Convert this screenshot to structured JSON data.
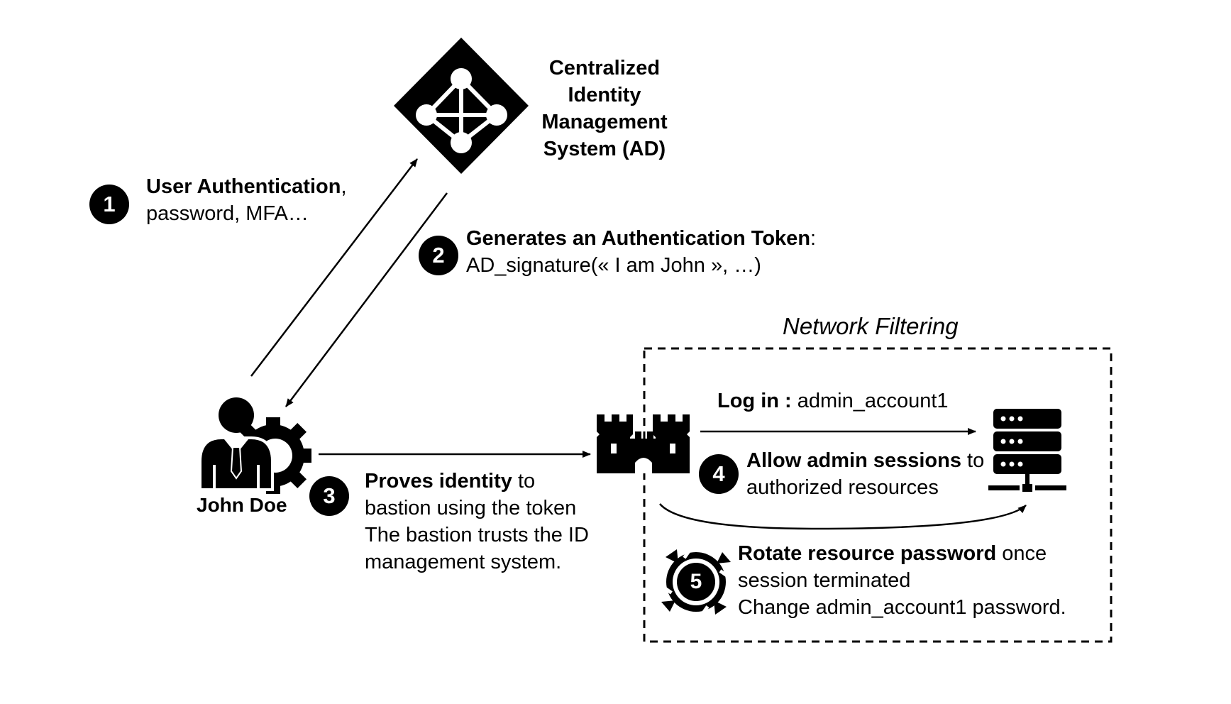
{
  "identity_system": {
    "title_lines": [
      "Centralized",
      "Identity",
      "Management",
      "System (AD)"
    ],
    "icon": "azure-ad-diamond-icon"
  },
  "user": {
    "name": "John Doe",
    "icon": "user-gear-icon"
  },
  "bastion": {
    "icon": "castle-tower-icon"
  },
  "resource": {
    "icon": "server-rack-icon"
  },
  "network_filtering": {
    "title": "Network Filtering"
  },
  "steps": [
    {
      "number": "1",
      "bold_text": "User Authentication",
      "rest_text": ",",
      "line2": "password, MFA…"
    },
    {
      "number": "2",
      "bold_text": "Generates an Authentication Token",
      "rest_text": ":",
      "line2": "AD_signature(« I am John », …)"
    },
    {
      "number": "3",
      "bold_text": "Proves identity",
      "rest_text": " to",
      "line2": "bastion using the token",
      "line3": "The bastion trusts the ID",
      "line4": "management system."
    },
    {
      "number": "4",
      "bold_text": "Allow admin sessions",
      "rest_text": " to",
      "line2": "authorized resources"
    },
    {
      "number": "5",
      "bold_text": "Rotate resource password",
      "rest_text": " once",
      "line2": "session terminated",
      "line3": "Change admin_account1 password."
    }
  ],
  "login": {
    "bold_text": "Log in :",
    "rest_text": " admin_account1"
  },
  "colors": {
    "foreground": "#000000",
    "background": "#ffffff"
  }
}
